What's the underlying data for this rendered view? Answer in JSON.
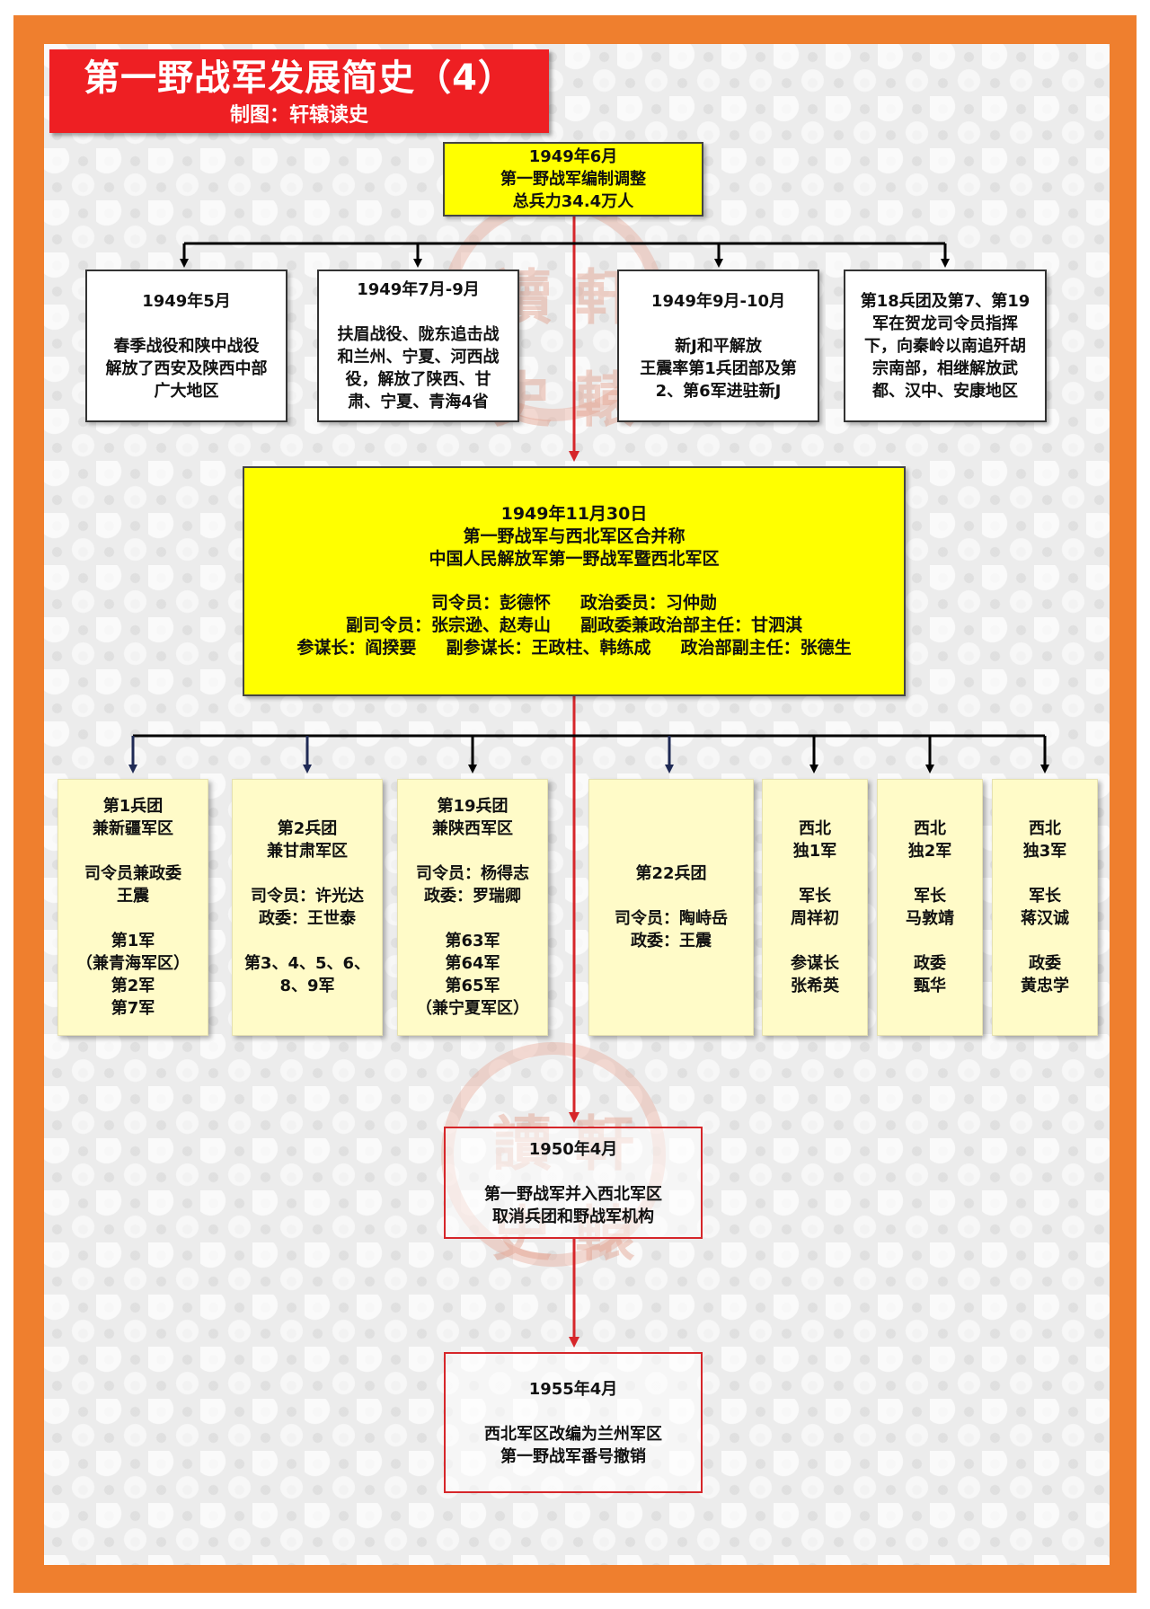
{
  "title": "第一野战军发展简史（4）",
  "subtitle": "制图：轩辕读史",
  "colors": {
    "frame": "#ef7f2e",
    "banner": "#ee1f23",
    "highlight_box": "#ffff00",
    "unit_box": "#fffbc8",
    "main_line": "#d6262a",
    "branch_line": "#000000",
    "branch_line_dark_blue": "#1f2a55"
  },
  "top_event": [
    "1949年6月",
    "第一野战军编制调整",
    "总兵力34.4万人"
  ],
  "campaigns": [
    {
      "lines": [
        "1949年5月",
        "",
        "春季战役和陕中战役",
        "解放了西安及陕西中部",
        "广大地区"
      ]
    },
    {
      "lines": [
        "1949年7月-9月",
        "",
        "扶眉战役、陇东追击战",
        "和兰州、宁夏、河西战",
        "役，解放了陕西、甘",
        "肃、宁夏、青海4省"
      ]
    },
    {
      "lines": [
        "1949年9月-10月",
        "",
        "新J和平解放",
        "王震率第1兵团部及第",
        "2、第6军进驻新J"
      ]
    },
    {
      "lines": [
        "第18兵团及第7、第19",
        "军在贺龙司令员指挥",
        "下，向秦岭以南追歼胡",
        "宗南部，相继解放武",
        "都、汉中、安康地区"
      ]
    }
  ],
  "merger": {
    "lines": [
      "1949年11月30日",
      "第一野战军与西北军区合并称",
      "中国人民解放军第一野战军暨西北军区"
    ],
    "leaders": [
      "司令员：彭德怀     政治委员：习仲勋",
      "副司令员：张宗逊、赵寿山     副政委兼政治部主任：甘泗淇",
      "参谋长：阎揆要     副参谋长：王政柱、韩练成     政治部副主任：张德生"
    ]
  },
  "units": [
    {
      "lines": [
        "第1兵团",
        "兼新疆军区",
        "",
        "司令员兼政委",
        "王震",
        "",
        "第1军",
        "（兼青海军区）",
        "第2军",
        "第7军"
      ]
    },
    {
      "lines": [
        "第2兵团",
        "兼甘肃军区",
        "",
        "司令员：许光达",
        "政委：王世泰",
        "",
        "第3、4、5、6、",
        "8、9军"
      ]
    },
    {
      "lines": [
        "第19兵团",
        "兼陕西军区",
        "",
        "司令员：杨得志",
        "政委：罗瑞卿",
        "",
        "第63军",
        "第64军",
        "第65军",
        "（兼宁夏军区）"
      ]
    },
    {
      "lines": [
        "第22兵团",
        "",
        "司令员：陶峙岳",
        "政委：王震"
      ]
    },
    {
      "lines": [
        "西北",
        "独1军",
        "",
        "军长",
        "周祥初",
        "",
        "参谋长",
        "张希英"
      ]
    },
    {
      "lines": [
        "西北",
        "独2军",
        "",
        "军长",
        "马敦靖",
        "",
        "政委",
        "甄华"
      ]
    },
    {
      "lines": [
        "西北",
        "独3军",
        "",
        "军长",
        "蒋汉诚",
        "",
        "政委",
        "黄忠学"
      ]
    }
  ],
  "event_1950": [
    "1950年4月",
    "",
    "第一野战军并入西北军区",
    "取消兵团和野战军机构"
  ],
  "event_1955": [
    "1955年4月",
    "",
    "西北军区改编为兰州军区",
    "第一野战军番号撤销"
  ],
  "watermark": [
    "讀",
    "軒",
    "史",
    "轅"
  ]
}
